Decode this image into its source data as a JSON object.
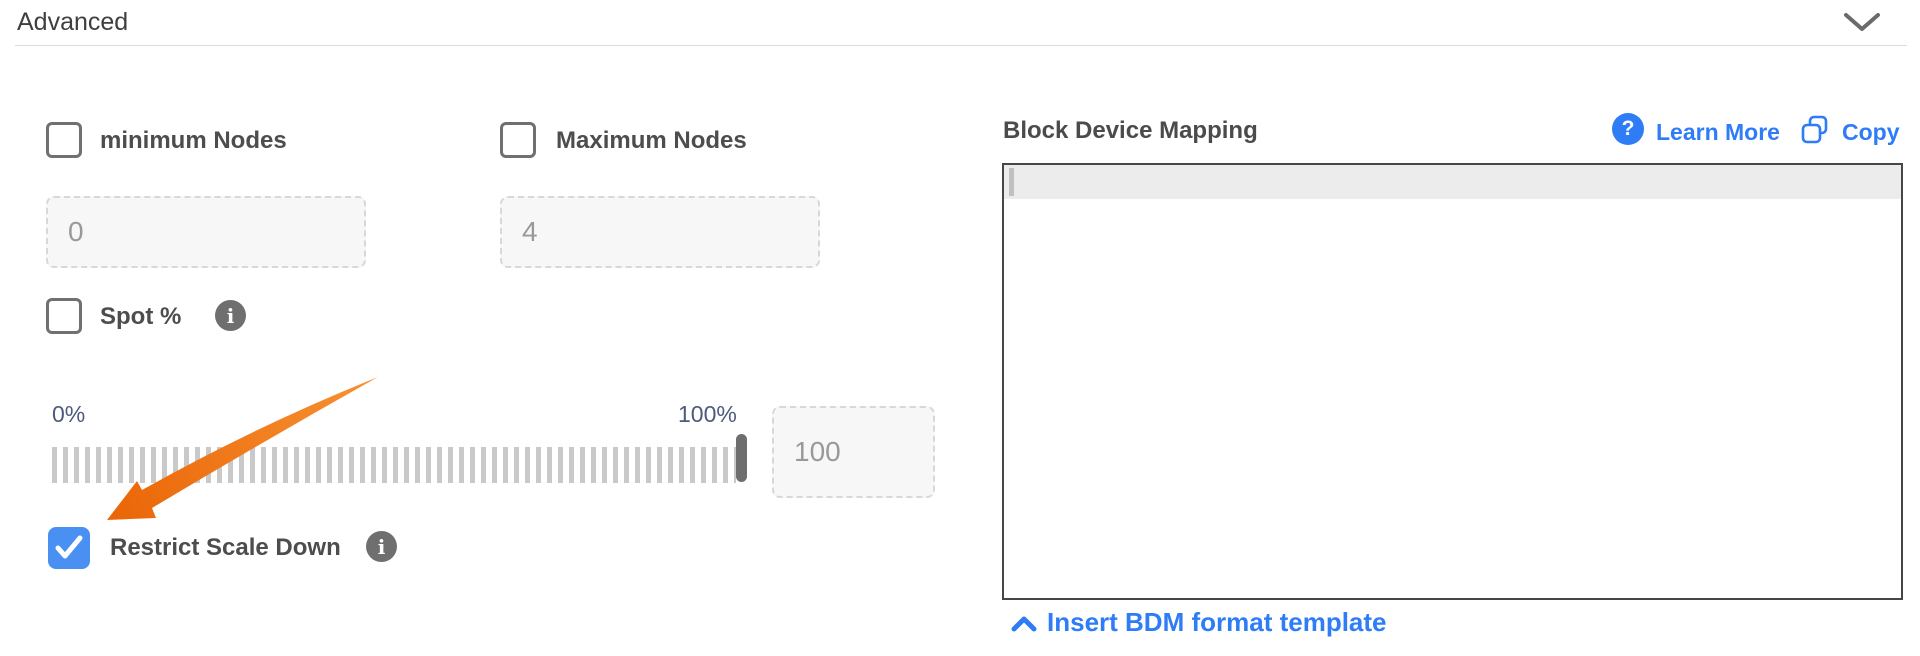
{
  "header": {
    "title": "Advanced"
  },
  "left_panel": {
    "min_nodes": {
      "label": "minimum Nodes",
      "checked": false,
      "value": "0"
    },
    "max_nodes": {
      "label": "Maximum Nodes",
      "checked": false,
      "value": "4"
    },
    "spot": {
      "label": "Spot %",
      "checked": false
    },
    "slider": {
      "min_label": "0%",
      "max_label": "100%",
      "value": "100",
      "position_percent": 100
    },
    "restrict_scale_down": {
      "label": "Restrict Scale Down",
      "checked": true
    }
  },
  "bdm_panel": {
    "title": "Block Device Mapping",
    "learn_more_label": "Learn More",
    "copy_label": "Copy",
    "editor_content": "",
    "insert_template_label": "Insert BDM format template"
  },
  "icons": {
    "info_glyph": "i",
    "question_glyph": "?"
  },
  "annotation": {
    "type": "arrow",
    "color": "#ee6f0a",
    "points_to": "restrict-scale-down-checkbox"
  },
  "colors": {
    "link_blue": "#2e7cf6",
    "checkbox_blue": "#4a8ff2",
    "arrow_orange": "#ee6f0a",
    "slider_label_slate": "#4b5a7d",
    "text_dark": "#4d4d4d",
    "tick_gray": "#c9c9c9",
    "handle_gray": "#6e6e6e",
    "editor_border": "#464646",
    "active_line_gray": "#ececec"
  }
}
